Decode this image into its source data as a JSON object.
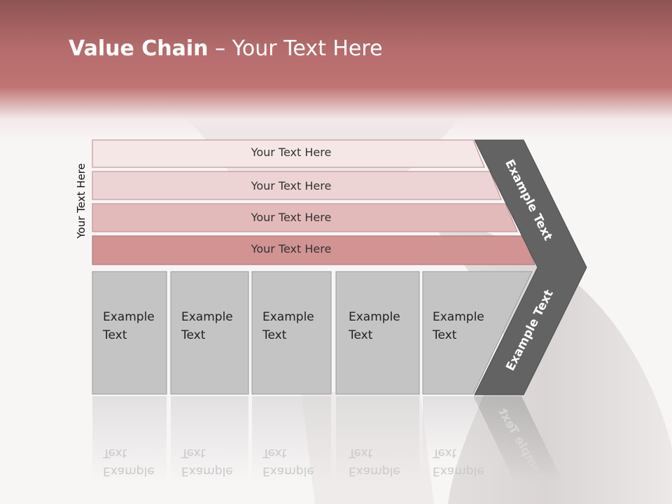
{
  "slide": {
    "title_bold": "Value Chain",
    "title_rest": " – Your Text Here",
    "side_label": "Your Text Here"
  },
  "rows": [
    {
      "label": "Your Text Here",
      "color": "#f6e7e7"
    },
    {
      "label": "Your Text Here",
      "color": "#edd4d4"
    },
    {
      "label": "Your Text Here",
      "color": "#e3baba"
    },
    {
      "label": "Your Text Here",
      "color": "#d29393"
    }
  ],
  "cells": [
    {
      "line1": "Example",
      "line2": "Text"
    },
    {
      "line1": "Example",
      "line2": "Text"
    },
    {
      "line1": "Example",
      "line2": "Text"
    },
    {
      "line1": "Example",
      "line2": "Text"
    },
    {
      "line1": "Example",
      "line2": "Text"
    }
  ],
  "arrow": {
    "upper_label": "Example Text",
    "lower_label": "Example Text",
    "color": "#636363"
  },
  "colors": {
    "header": "#b96f6f",
    "cell_fill": "#c4c4c4"
  }
}
